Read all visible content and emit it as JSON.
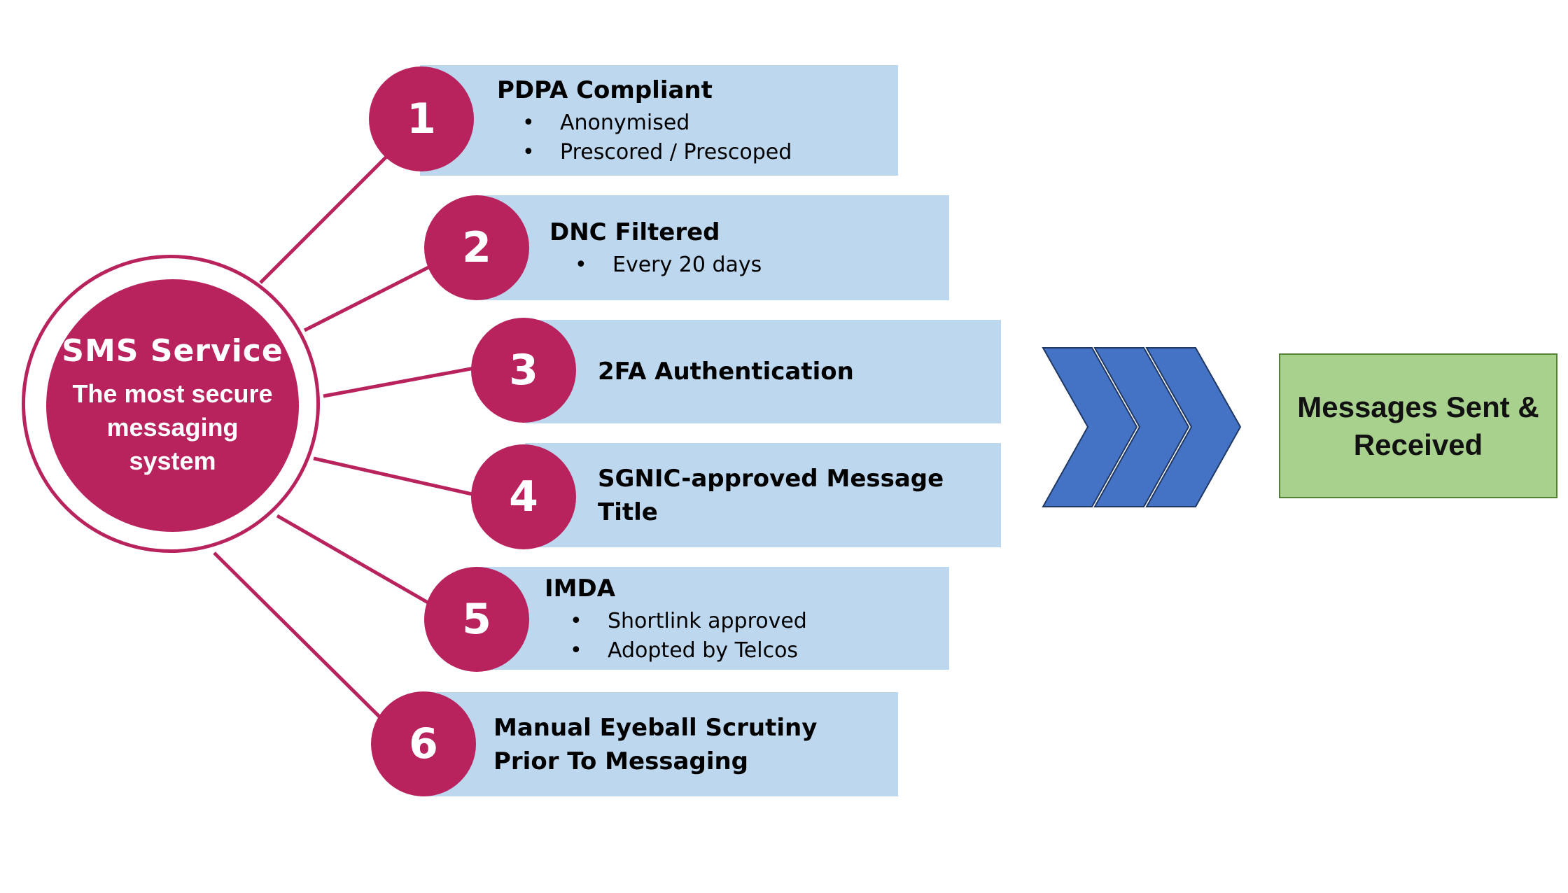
{
  "colors": {
    "hub": "#b8235e",
    "bar": "#bdd7ee",
    "chevron_fill": "#4472c4",
    "chevron_stroke": "#1f3864",
    "result_fill": "#a9d18e",
    "result_border": "#548235"
  },
  "hub": {
    "title": "SMS Service",
    "subtitle": "The most secure messaging system"
  },
  "items": [
    {
      "number": "1",
      "title": "PDPA Compliant",
      "bullets": [
        "Anonymised",
        "Prescored / Prescoped"
      ]
    },
    {
      "number": "2",
      "title": "DNC Filtered",
      "bullets": [
        "Every 20 days"
      ]
    },
    {
      "number": "3",
      "title": "2FA Authentication",
      "bullets": []
    },
    {
      "number": "4",
      "title": "SGNIC-approved Message Title",
      "bullets": []
    },
    {
      "number": "5",
      "title": "IMDA",
      "bullets": [
        "Shortlink approved",
        "Adopted by Telcos"
      ]
    },
    {
      "number": "6",
      "title": "Manual Eyeball Scrutiny Prior To Messaging",
      "bullets": []
    }
  ],
  "result": {
    "label": "Messages Sent & Received"
  }
}
